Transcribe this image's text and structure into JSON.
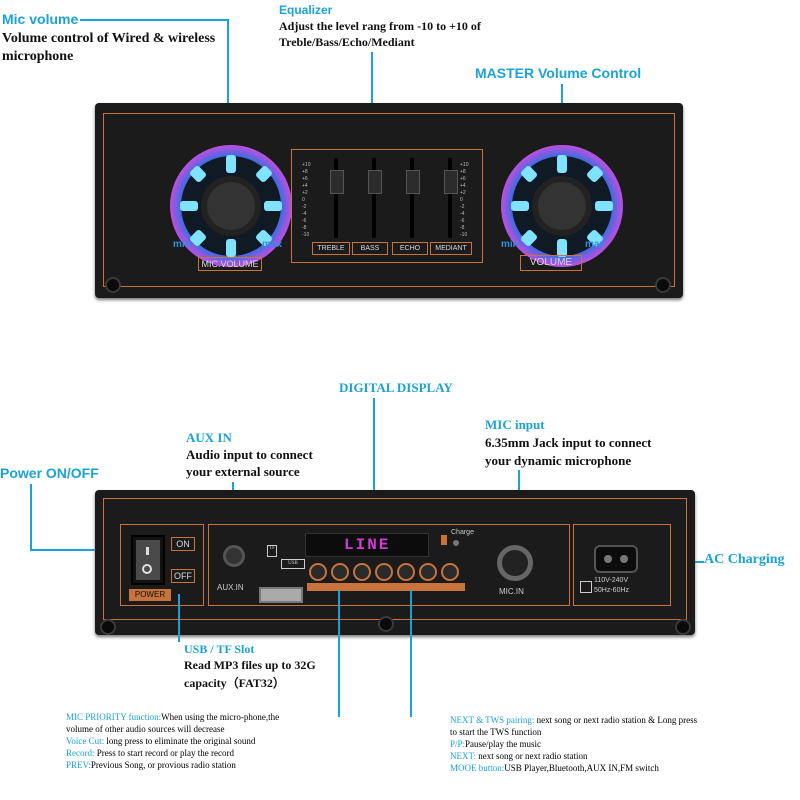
{
  "top": {
    "mic_volume_title": "Mic volume",
    "mic_volume_desc_1": "Volume control of Wired & wireless",
    "mic_volume_desc_2": "microphone",
    "equalizer_title": "Equalizer",
    "equalizer_desc_1": "Adjust the level rang from -10 to +10 of",
    "equalizer_desc_2": "Treble/Bass/Echo/Mediant",
    "master_title": "MASTER Volume Control",
    "knob_min": "min",
    "knob_max": "max",
    "mic_knob_label": "MIC.VOLUME",
    "volume_knob_label": "VOLUME",
    "eq_buttons": [
      "TREBLE",
      "BASS",
      "ECHO",
      "MEDIANT"
    ],
    "eq_scale": [
      "+10",
      "+8",
      "+6",
      "+4",
      "+2",
      "0",
      "-2",
      "-4",
      "-6",
      "-8",
      "-10"
    ]
  },
  "bottom": {
    "digital_display_title": "DIGITAL DISPLAY",
    "display_text": "LINE",
    "charge_label": "Charge",
    "aux_title": "AUX IN",
    "aux_desc_1": "Audio input to connect",
    "aux_desc_2": "your external source",
    "aux_panel_label": "AUX.IN",
    "power_title": "Power ON/OFF",
    "power_on": "ON",
    "power_off": "OFF",
    "power_label": "POWER",
    "mic_title": "MIC input",
    "mic_desc_1": "6.35mm  Jack input to connect",
    "mic_desc_2": "your dynamic microphone",
    "mic_panel_label": "MIC.IN",
    "ac_title": "AC Charging",
    "ac_spec_1": "110V-240V",
    "ac_spec_2": "50Hz-60Hz",
    "usb_title": "USB / TF Slot",
    "usb_desc_1": "Read MP3 files up to 32G",
    "usb_desc_2": "capacity（FAT32）",
    "tf_label": "TF",
    "usb_label": "USB"
  },
  "notes_left": [
    {
      "key": "MIC PRIORITY function:",
      "text": "When using the micro-phone,the"
    },
    {
      "key": "",
      "text": "volume of other audio sources will decrease"
    },
    {
      "key": "Voice Cut:",
      "text": " long press to eliminate the original sound"
    },
    {
      "key": "Record:",
      "text": " Press to start record or play the record"
    },
    {
      "key": "PREV:",
      "text": "Previous Song, or provious radio station"
    }
  ],
  "notes_right": [
    {
      "key": "NEXT & TWS pairing:",
      "text": " next song or next radio station & Long press"
    },
    {
      "key": "",
      "text": "to start the TWS function"
    },
    {
      "key": "P/P:",
      "text": "Pause/play the music"
    },
    {
      "key": "NEXT:",
      "text": " next song or next radio station"
    },
    {
      "key": "MOOE button:",
      "text": "USB Player,Bluetooth,AUX IN,FM switch"
    }
  ],
  "colors": {
    "accent": "#1ba3d6",
    "panel": "#1b1b1c",
    "trim": "#c7733b",
    "display": "#d13bd1"
  }
}
